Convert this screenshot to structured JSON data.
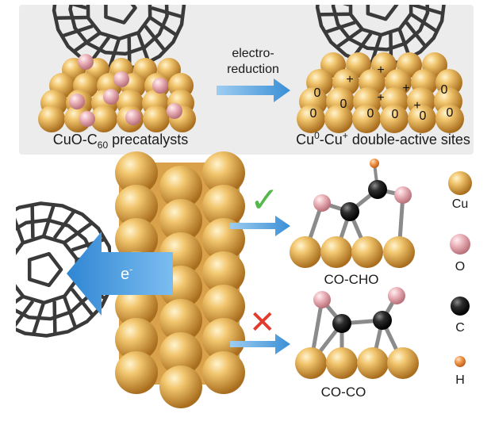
{
  "top_panel": {
    "left_label": {
      "main": "CuO-C",
      "sub": "60",
      "rest": " precatalysts"
    },
    "arrow_label_line1": "electro-",
    "arrow_label_line2": "reduction",
    "right_label": {
      "a": "Cu",
      "sup1": "0",
      "b": "-Cu",
      "sup2": "+",
      "c": " double-active sites"
    },
    "charges": [
      "+",
      "+",
      "+",
      "+",
      "+",
      "0",
      "0",
      "0",
      "0",
      "0",
      "0",
      "0",
      "0"
    ]
  },
  "bottom_panel": {
    "electron_label": "e",
    "electron_sup": "-",
    "good_path_label": "CO-CHO",
    "bad_path_label": "CO-CO",
    "check_symbol": "✓",
    "cross_symbol": "✕"
  },
  "legend": [
    {
      "label": "Cu",
      "color": "#e6b65c",
      "icon": "copper-atom"
    },
    {
      "label": "O",
      "color": "#e8a6ad",
      "icon": "oxygen-atom"
    },
    {
      "label": "C",
      "color": "#222222",
      "icon": "carbon-atom"
    },
    {
      "label": "H",
      "color": "#f08a3c",
      "icon": "hydrogen-atom"
    }
  ],
  "colors": {
    "copper": "#e6b65c",
    "oxygen": "#e8a6ad",
    "carbon": "#222222",
    "hydrogen": "#f08a3c",
    "arrow": "#5aa6e0",
    "check": "#56b84a",
    "cross": "#e23b2e",
    "panel_bg": "#ececec"
  }
}
